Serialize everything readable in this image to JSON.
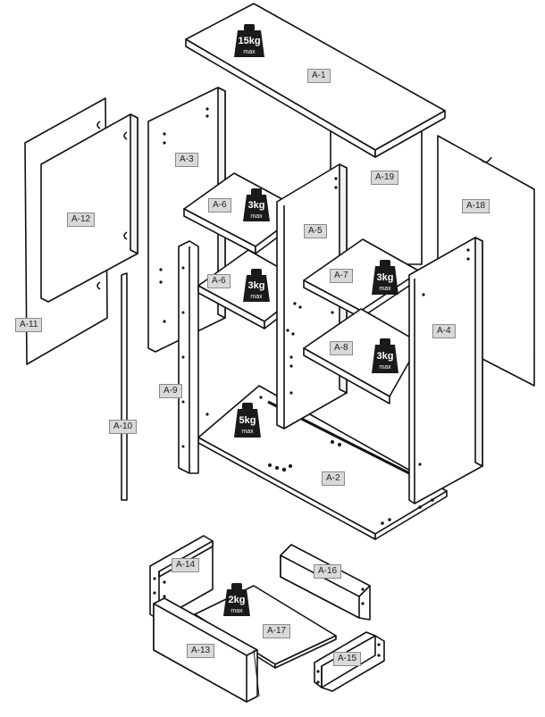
{
  "parts": {
    "a1": "A-1",
    "a2": "A-2",
    "a3": "A-3",
    "a4": "A-4",
    "a5": "A-5",
    "a6a": "A-6",
    "a6b": "A-6",
    "a7": "A-7",
    "a8": "A-8",
    "a9": "A-9",
    "a10": "A-10",
    "a11": "A-11",
    "a12": "A-12",
    "a13": "A-13",
    "a14": "A-14",
    "a15": "A-15",
    "a16": "A-16",
    "a17": "A-17",
    "a18": "A-18",
    "a19": "A-19"
  },
  "loads": {
    "top": {
      "value": "15",
      "unit": "kg",
      "max": "max"
    },
    "shelf_a6_upper": {
      "value": "3",
      "unit": "kg",
      "max": "max"
    },
    "shelf_a6_lower": {
      "value": "3",
      "unit": "kg",
      "max": "max"
    },
    "shelf_a7": {
      "value": "3",
      "unit": "kg",
      "max": "max"
    },
    "shelf_a8": {
      "value": "3",
      "unit": "kg",
      "max": "max"
    },
    "bottom": {
      "value": "5",
      "unit": "kg",
      "max": "max"
    },
    "drawer": {
      "value": "2",
      "unit": "kg",
      "max": "max"
    }
  },
  "colors": {
    "line": "#111111",
    "label_bg": "#d9d9d9",
    "weight_icon": "#1a1a1a"
  }
}
